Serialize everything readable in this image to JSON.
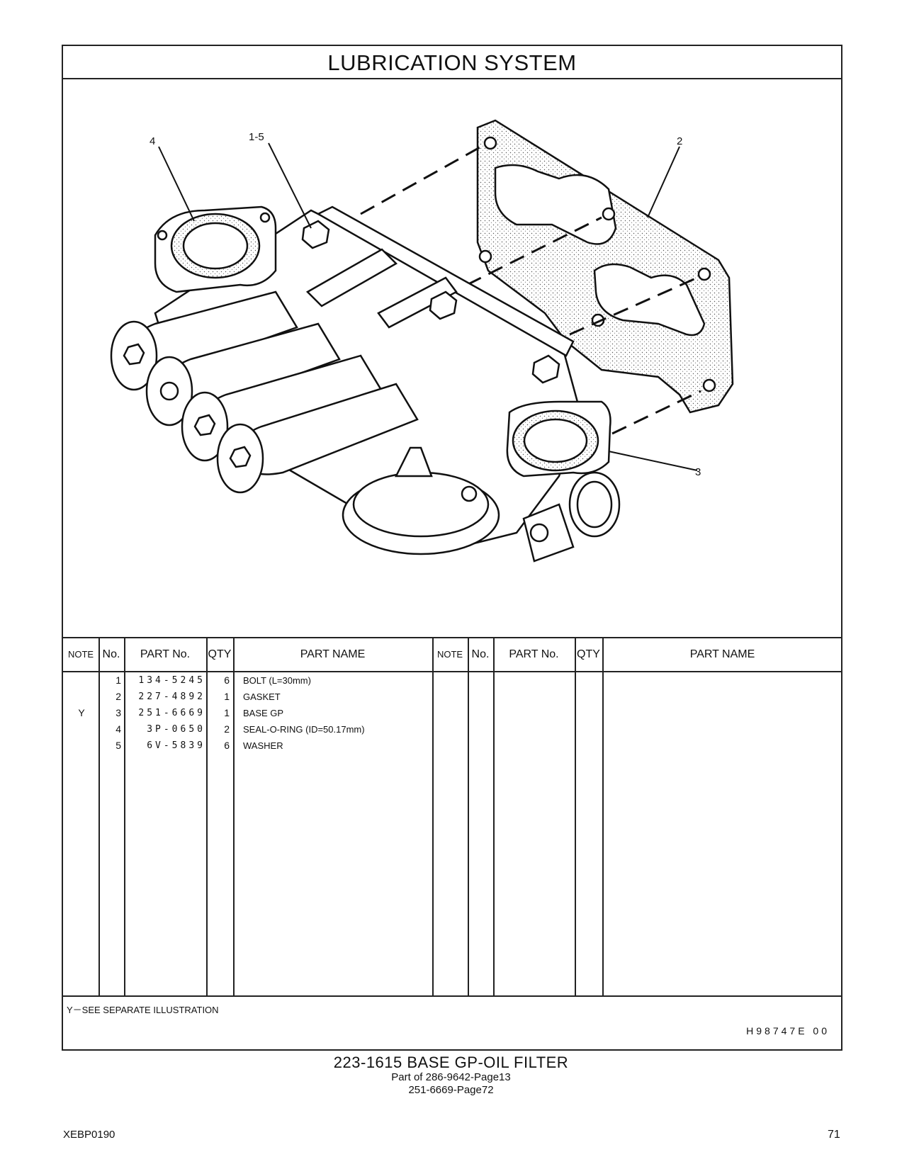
{
  "title": "LUBRICATION SYSTEM",
  "callouts": [
    "4",
    "1-5",
    "2",
    "3"
  ],
  "table": {
    "headers": [
      "NOTE",
      "No.",
      "PART No.",
      "QTY",
      "PART NAME"
    ],
    "rows": [
      {
        "note": "",
        "no": "1",
        "part_no": "134-5245",
        "qty": "6",
        "name": "BOLT (L=30mm)"
      },
      {
        "note": "",
        "no": "2",
        "part_no": "227-4892",
        "qty": "1",
        "name": "GASKET"
      },
      {
        "note": "Y",
        "no": "3",
        "part_no": "251-6669",
        "qty": "1",
        "name": "BASE  GP"
      },
      {
        "note": "",
        "no": "4",
        "part_no": "3P-0650",
        "qty": "2",
        "name": "SEAL-O-RING (ID=50.17mm)"
      },
      {
        "note": "",
        "no": "5",
        "part_no": "6V-5839",
        "qty": "6",
        "name": "WASHER"
      }
    ]
  },
  "footnote": "Y－SEE  SEPARATE  ILLUSTRATION",
  "illustration_code": "H98747E   00",
  "caption": {
    "title": "223-1615  BASE  GP-OIL  FILTER",
    "line2": "Part of 286-9642-Page13",
    "line3": "251-6669-Page72"
  },
  "document_id": "XEBP0190",
  "page_number": "71"
}
